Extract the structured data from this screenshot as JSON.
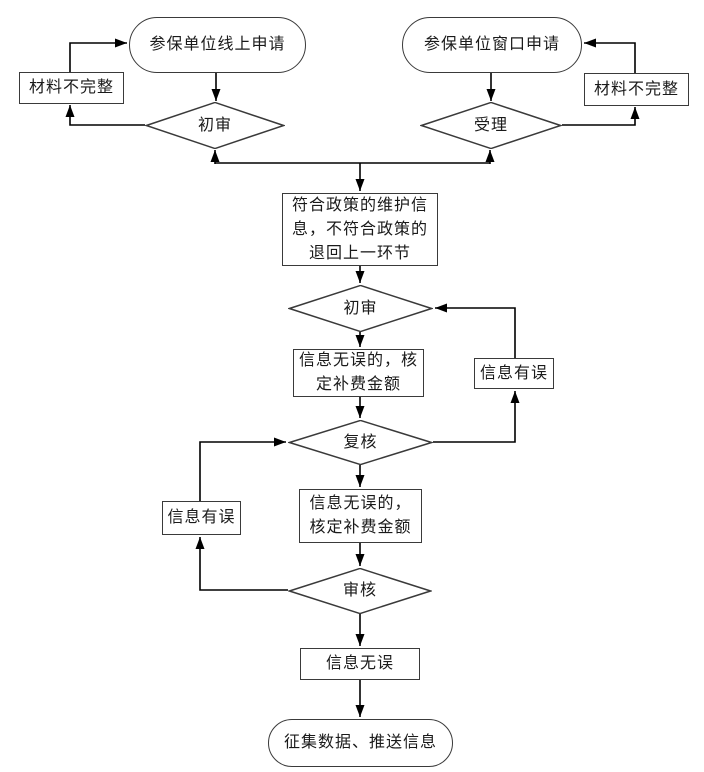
{
  "colors": {
    "line": "#000000",
    "border": "#3a3a3a",
    "text": "#1a1a1a",
    "background": "#ffffff"
  },
  "diagram": {
    "type": "flowchart",
    "language": "zh-CN"
  },
  "nodes": {
    "oval_online": {
      "label": "参保单位线上申请",
      "shape": "oval"
    },
    "oval_window": {
      "label": "参保单位窗口申请",
      "shape": "oval"
    },
    "rect_materials_left": {
      "label": "材料不完整",
      "shape": "rect"
    },
    "rect_materials_right": {
      "label": "材料不完整",
      "shape": "rect"
    },
    "diamond_first_review": {
      "label": "初审",
      "shape": "diamond"
    },
    "diamond_accept": {
      "label": "受理",
      "shape": "diamond"
    },
    "rect_policy": {
      "label": "符合政策的维护信\n息，不符合政策的\n退回上一环节",
      "shape": "rect"
    },
    "diamond_initial_review2": {
      "label": "初审",
      "shape": "diamond"
    },
    "rect_confirm1": {
      "label": "信息无误的，核\n定补费金额",
      "shape": "rect"
    },
    "rect_error_right": {
      "label": "信息有误",
      "shape": "rect"
    },
    "diamond_recheck": {
      "label": "复核",
      "shape": "diamond"
    },
    "rect_confirm2": {
      "label": "信息无误的，\n核定补费金额",
      "shape": "rect"
    },
    "rect_error_left": {
      "label": "信息有误",
      "shape": "rect"
    },
    "diamond_audit": {
      "label": "审核",
      "shape": "diamond"
    },
    "rect_ok": {
      "label": "信息无误",
      "shape": "rect"
    },
    "oval_final": {
      "label": "征集数据、推送信息",
      "shape": "oval"
    }
  },
  "edges": [
    {
      "from": "rect_materials_left",
      "to": "oval_online"
    },
    {
      "from": "oval_online",
      "to": "diamond_first_review"
    },
    {
      "from": "diamond_first_review",
      "to": "rect_materials_left"
    },
    {
      "from": "rect_materials_right",
      "to": "oval_window"
    },
    {
      "from": "oval_window",
      "to": "diamond_accept"
    },
    {
      "from": "diamond_accept",
      "to": "rect_materials_right"
    },
    {
      "from": "junction",
      "to": "diamond_first_review"
    },
    {
      "from": "junction",
      "to": "diamond_accept"
    },
    {
      "from": "junction",
      "to": "rect_policy"
    },
    {
      "from": "rect_policy",
      "to": "diamond_initial_review2"
    },
    {
      "from": "diamond_initial_review2",
      "to": "rect_confirm1"
    },
    {
      "from": "rect_confirm1",
      "to": "diamond_recheck"
    },
    {
      "from": "diamond_recheck",
      "to": "rect_error_right"
    },
    {
      "from": "rect_error_right",
      "to": "diamond_initial_review2"
    },
    {
      "from": "diamond_recheck",
      "to": "rect_confirm2"
    },
    {
      "from": "rect_confirm2",
      "to": "diamond_audit"
    },
    {
      "from": "diamond_audit",
      "to": "rect_error_left"
    },
    {
      "from": "rect_error_left",
      "to": "diamond_recheck"
    },
    {
      "from": "diamond_audit",
      "to": "rect_ok"
    },
    {
      "from": "rect_ok",
      "to": "oval_final"
    }
  ]
}
